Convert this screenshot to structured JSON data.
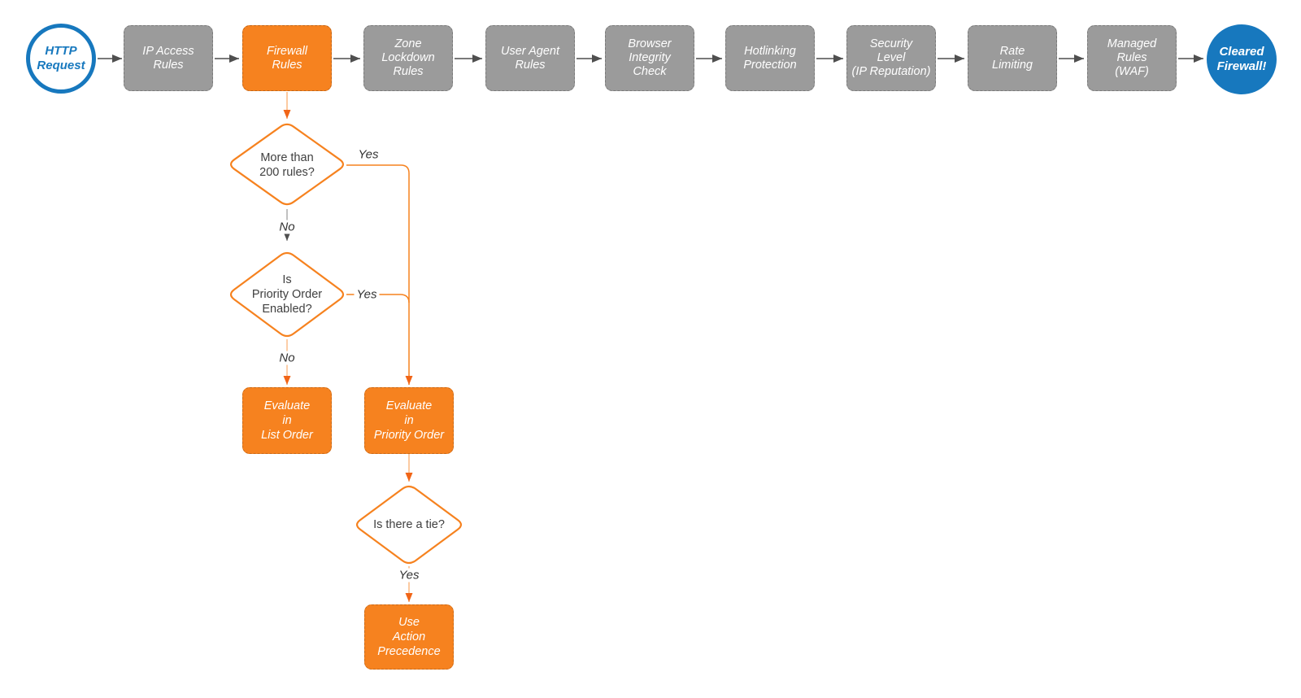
{
  "colors": {
    "accent_orange": "#F6821F",
    "node_gray": "#9B9B9B",
    "brand_blue": "#1778BE",
    "arrow_gray": "#4F4F4F"
  },
  "flow": {
    "start": {
      "label": "HTTP\nRequest"
    },
    "stages": [
      {
        "label": "IP Access\nRules"
      },
      {
        "label": "Firewall\nRules"
      },
      {
        "label": "Zone\nLockdown\nRules"
      },
      {
        "label": "User Agent\nRules"
      },
      {
        "label": "Browser\nIntegrity\nCheck"
      },
      {
        "label": "Hotlinking\nProtection"
      },
      {
        "label": "Security\nLevel\n(IP Reputation)"
      },
      {
        "label": "Rate\nLimiting"
      },
      {
        "label": "Managed\nRules\n(WAF)"
      }
    ],
    "end": {
      "label": "Cleared\nFirewall!"
    },
    "decisions": [
      {
        "label": "More than\n200 rules?",
        "yes_label": "Yes",
        "no_label": "No"
      },
      {
        "label": "Is\nPriority Order\nEnabled?",
        "yes_label": "Yes",
        "no_label": "No"
      },
      {
        "label": "Is there a tie?",
        "yes_label": "Yes"
      }
    ],
    "outcomes": [
      {
        "label": "Evaluate\nin\nList Order"
      },
      {
        "label": "Evaluate\nin\nPriority Order"
      },
      {
        "label": "Use\nAction\nPrecedence"
      }
    ]
  }
}
